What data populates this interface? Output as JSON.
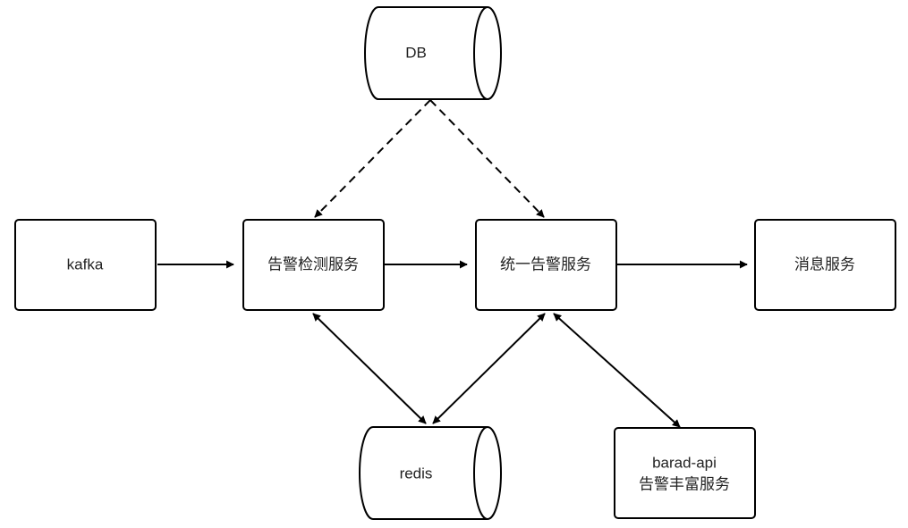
{
  "nodes": {
    "db": {
      "label": "DB"
    },
    "kafka": {
      "label": "kafka"
    },
    "detect": {
      "label": "告警检测服务"
    },
    "unified": {
      "label": "统一告警服务"
    },
    "message": {
      "label": "消息服务"
    },
    "redis": {
      "label": "redis"
    },
    "barad": {
      "line1": "barad-api",
      "line2": "告警丰富服务"
    }
  },
  "edges": [
    {
      "from": "kafka",
      "to": "detect",
      "style": "solid",
      "direction": "forward"
    },
    {
      "from": "detect",
      "to": "unified",
      "style": "solid",
      "direction": "forward"
    },
    {
      "from": "unified",
      "to": "message",
      "style": "solid",
      "direction": "forward"
    },
    {
      "from": "db",
      "to": "detect",
      "style": "dashed",
      "direction": "forward"
    },
    {
      "from": "db",
      "to": "unified",
      "style": "dashed",
      "direction": "forward"
    },
    {
      "from": "detect",
      "to": "redis",
      "style": "solid",
      "direction": "both"
    },
    {
      "from": "unified",
      "to": "redis",
      "style": "solid",
      "direction": "both"
    },
    {
      "from": "unified",
      "to": "barad",
      "style": "solid",
      "direction": "both"
    }
  ]
}
